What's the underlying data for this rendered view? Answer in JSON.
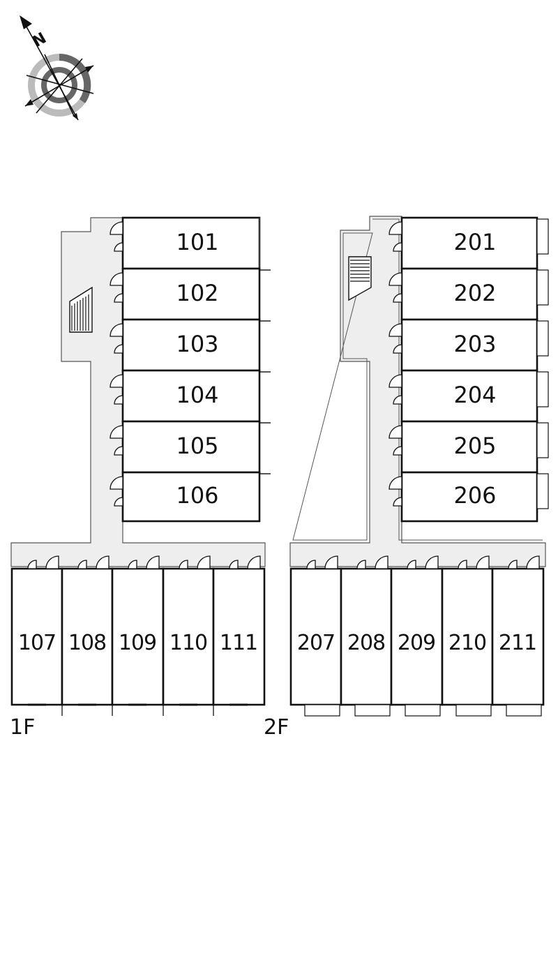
{
  "colors": {
    "corridor": "#eeeeee",
    "wall": "#111111",
    "line": "#555555",
    "compass_dark": "#666666",
    "compass_light": "#bbbbbb"
  },
  "compass": {
    "icon": "north-arrow-compass-icon",
    "north_label": "N"
  },
  "floors": [
    {
      "label": "1F",
      "top_units": [
        "101",
        "102",
        "103",
        "104",
        "105",
        "106"
      ],
      "bottom_units": [
        "107",
        "108",
        "109",
        "110",
        "111"
      ]
    },
    {
      "label": "2F",
      "top_units": [
        "201",
        "202",
        "203",
        "204",
        "205",
        "206"
      ],
      "bottom_units": [
        "207",
        "208",
        "209",
        "210",
        "211"
      ]
    }
  ]
}
